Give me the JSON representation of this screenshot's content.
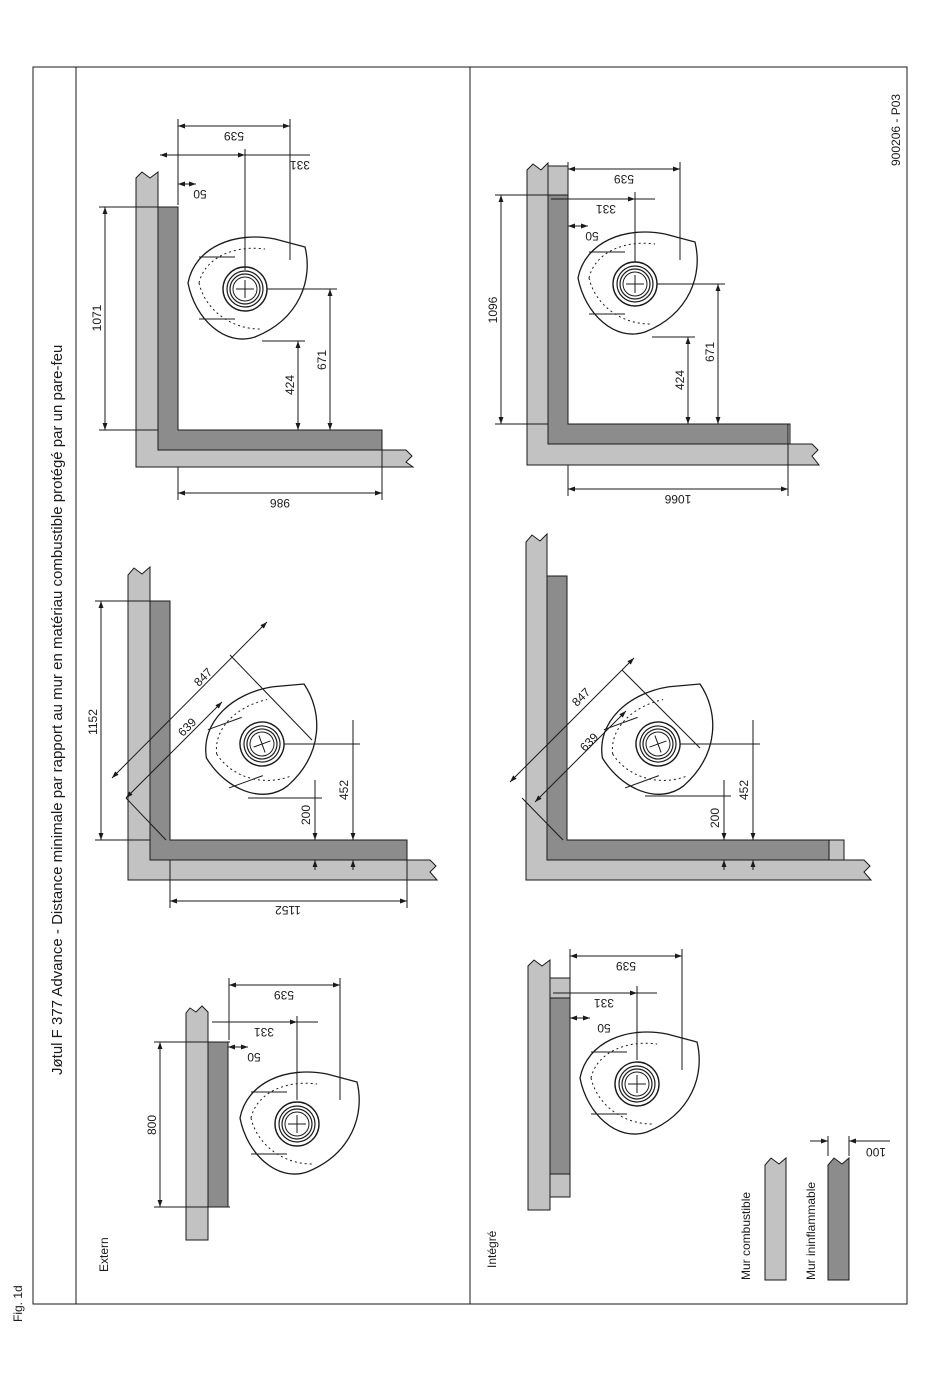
{
  "figure": {
    "fig_label": "Fig. 1d",
    "title": "Jøtul F 377 Advance - Distance minimale par rapport au mur en matériau combustible protégé par un pare-feu",
    "ref_code": "900206 - P03"
  },
  "sections": {
    "extern": "Extern",
    "integre": "Intégré"
  },
  "legend": {
    "combustible": "Mur combustible",
    "ininflammable": "Mur ininflammable",
    "gap": "100"
  },
  "dims": {
    "ext_flat": {
      "a": "539",
      "b": "331",
      "c": "50",
      "d": "800"
    },
    "ext_corner": {
      "a": "1152",
      "b": "1152",
      "c": "847",
      "d": "639",
      "e": "200",
      "f": "452"
    },
    "ext_side": {
      "a": "539",
      "b": "331",
      "c": "50",
      "d": "1071",
      "e": "424",
      "f": "671",
      "g": "986"
    },
    "int_flat": {
      "a": "539",
      "b": "331",
      "c": "50"
    },
    "int_corner": {
      "c": "847",
      "d": "639",
      "e": "200",
      "f": "452"
    },
    "int_side": {
      "a": "539",
      "b": "331",
      "c": "50",
      "d": "1096",
      "e": "424",
      "f": "671",
      "g": "1066"
    }
  },
  "colors": {
    "combustible_wall": "#c2c2c2",
    "ininflammable_wall": "#8c8c8c"
  }
}
